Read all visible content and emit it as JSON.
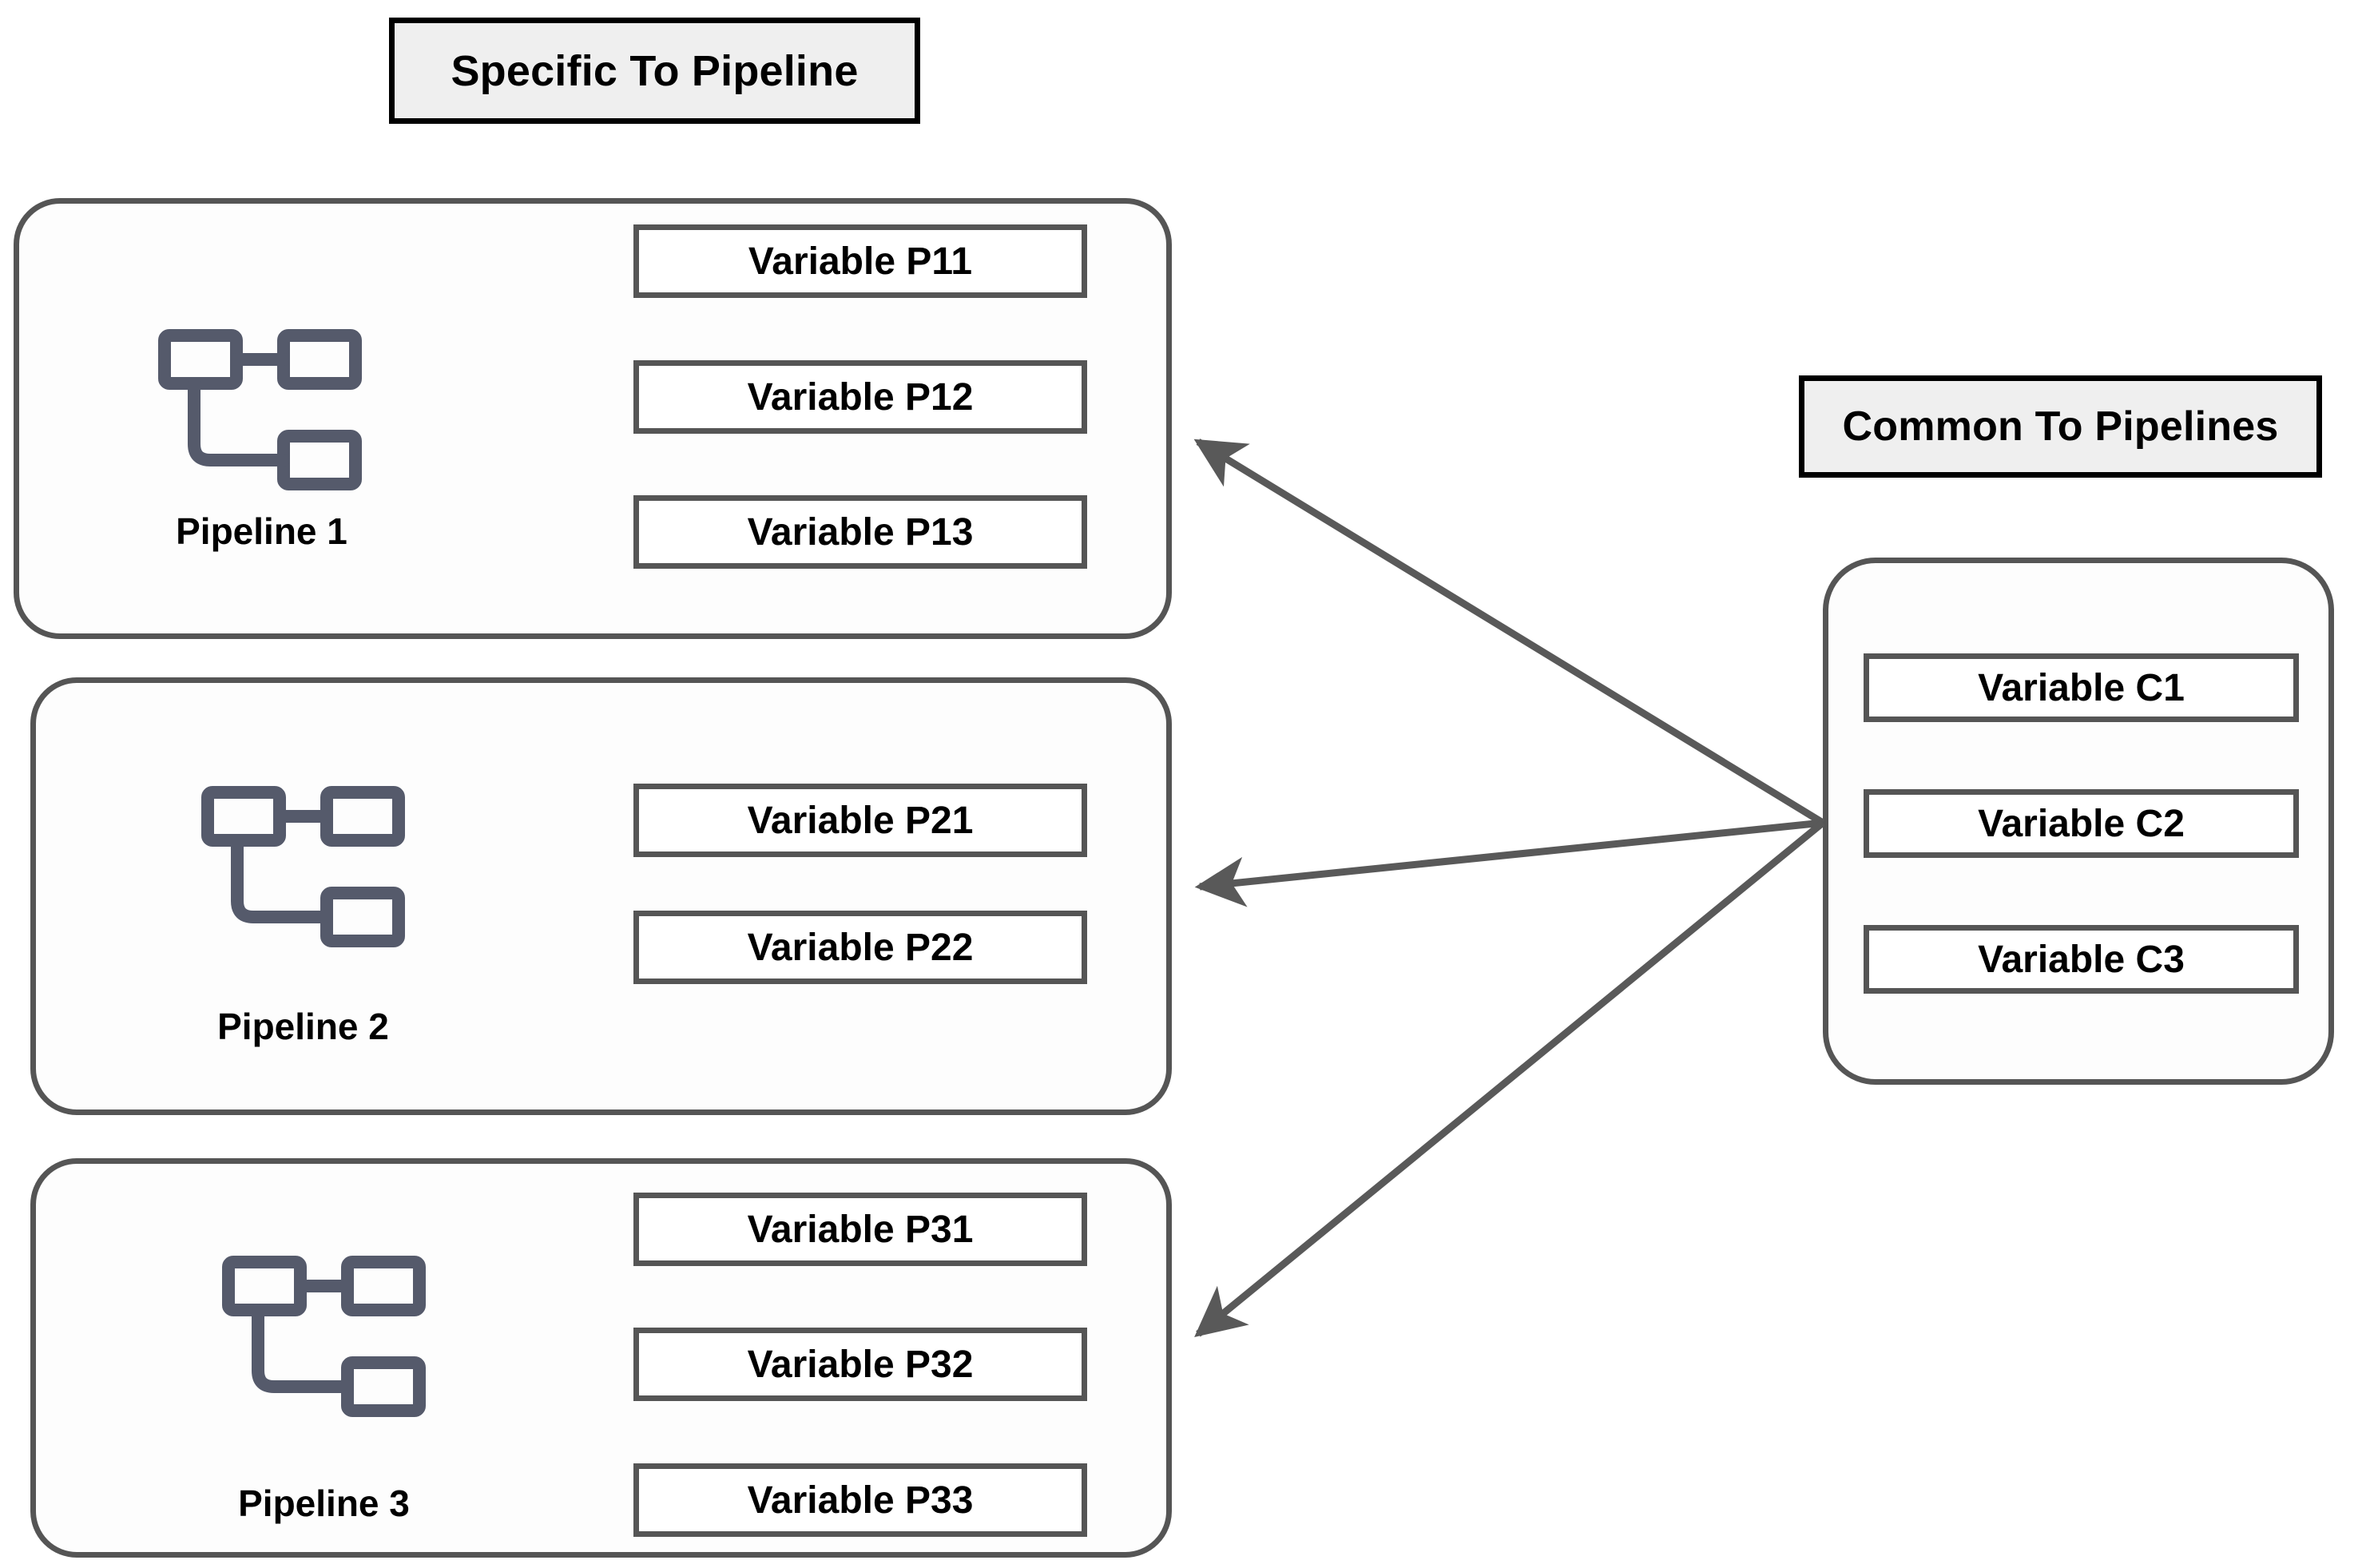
{
  "headers": {
    "specific": "Specific To Pipeline",
    "common": "Common To Pipelines"
  },
  "pipelines": [
    {
      "label": "Pipeline 1",
      "icon": "pipeline-flow-icon",
      "variables": [
        "Variable P11",
        "Variable P12",
        "Variable P13"
      ]
    },
    {
      "label": "Pipeline 2",
      "icon": "pipeline-flow-icon",
      "variables": [
        "Variable P21",
        "Variable P22"
      ]
    },
    {
      "label": "Pipeline 3",
      "icon": "pipeline-flow-icon",
      "variables": [
        "Variable P31",
        "Variable P32",
        "Variable P33"
      ]
    }
  ],
  "common_variables": [
    "Variable C1",
    "Variable C2",
    "Variable C3"
  ],
  "connections": [
    {
      "from": "common-panel",
      "to": "pipeline-1",
      "arrowhead": "end"
    },
    {
      "from": "common-panel",
      "to": "pipeline-2",
      "arrowhead": "end"
    },
    {
      "from": "common-panel",
      "to": "pipeline-3",
      "arrowhead": "end"
    }
  ],
  "colors": {
    "panel_border": "#555555",
    "box_border": "#555555",
    "header_border": "#000000",
    "header_fill": "#efefef",
    "icon_stroke": "#555a6b",
    "arrow": "#595959",
    "background": "#ffffff",
    "text": "#000000"
  }
}
